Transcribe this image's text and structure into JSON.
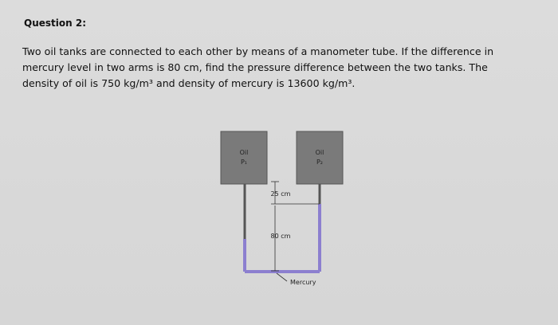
{
  "question": {
    "title": "Question 2:",
    "lines": [
      "Two oil tanks are connected to each other by means of a manometer tube. If the difference in",
      "mercury level in two arms is 80 cm, find the pressure difference between the two tanks. The",
      "density of oil is 750 kg/m³ and density of mercury is 13600 kg/m³."
    ]
  },
  "diagram": {
    "tank_left": {
      "label": "Oil",
      "pressure": "P₁"
    },
    "tank_right": {
      "label": "Oil",
      "pressure": "P₂"
    },
    "dim_upper": "25 cm",
    "dim_lower": "80 cm",
    "fluid_label": "Mercury",
    "colors": {
      "tank": "#7a7a7a",
      "tube": "#5a5a5a",
      "mercury": "#8c7fcf"
    }
  }
}
